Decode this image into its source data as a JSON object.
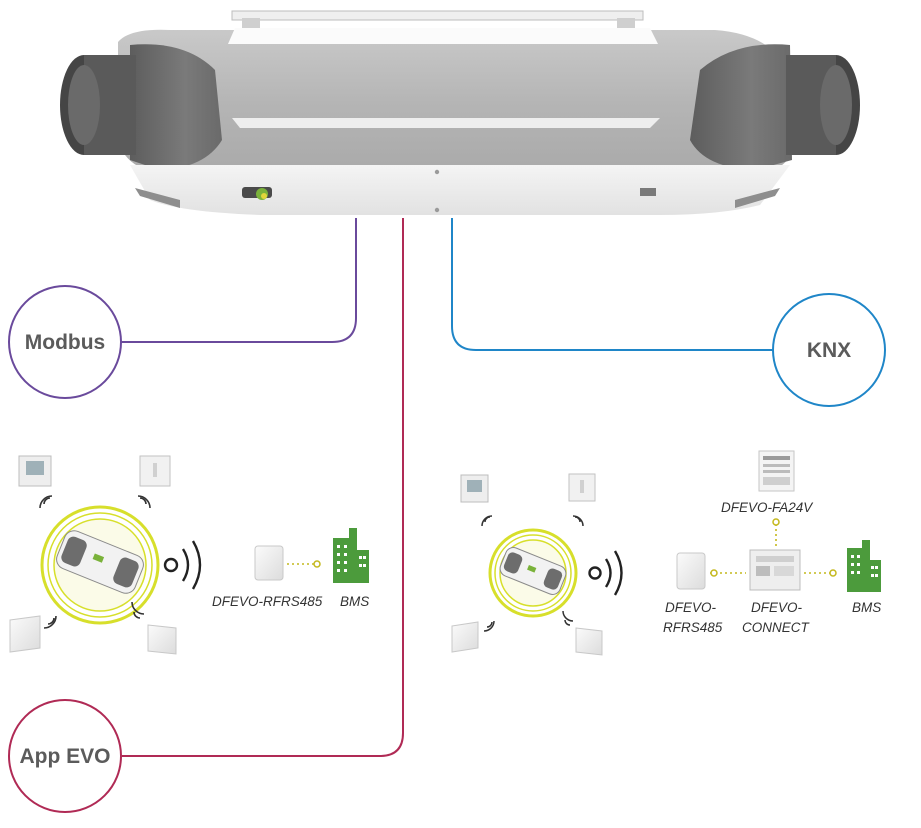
{
  "protocols": {
    "modbus": "Modbus",
    "knx": "KNX",
    "app_evo": "App EVO"
  },
  "left_group": {
    "receiver_label": "DFEVO-RFRS485",
    "bms_label": "BMS"
  },
  "right_group": {
    "fa24v_label": "DFEVO-FA24V",
    "receiver_label_line1": "DFEVO-",
    "receiver_label_line2": "RFRS485",
    "connect_label_line1": "DFEVO-",
    "connect_label_line2": "CONNECT",
    "bms_label": "BMS"
  },
  "colors": {
    "modbus": "#6a4a9c",
    "knx": "#1f86c8",
    "app_evo": "#b02a55",
    "wireless_ring": "#d7df2b",
    "bms_green": "#4c9b3c",
    "connector_dots": "#c4b81d"
  },
  "icons": [
    "ventilation-unit",
    "thermostat",
    "switch",
    "room-sensor",
    "wireless-waves",
    "building"
  ]
}
